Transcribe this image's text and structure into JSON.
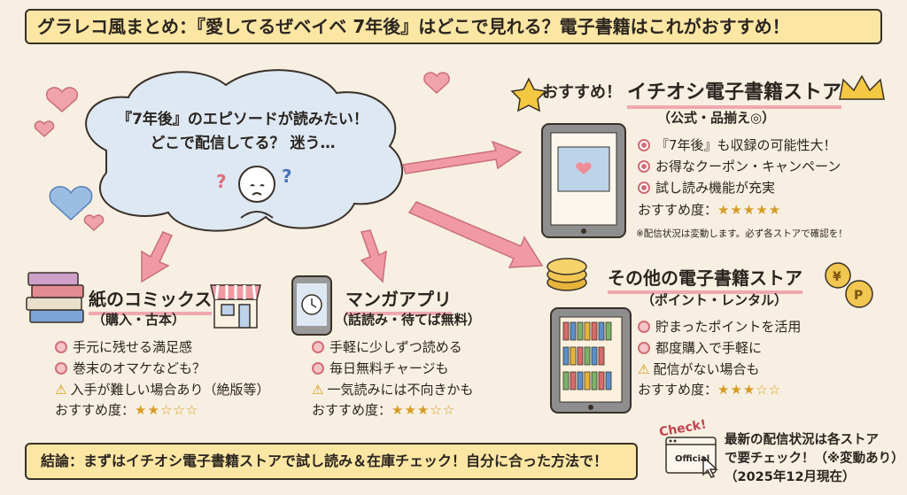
{
  "title": "グラレコ風まとめ：『愛してるぜベイベ 7年後』はどこで見れる？電子書籍はこれがおすすめ！",
  "cloud": {
    "line1": "『7年後』のエピソードが読みたい！",
    "line2": "どこで配信してる？ 迷う…"
  },
  "recommended_store": {
    "badge": "おすすめ！",
    "title": "イチオシ電子書籍ストア",
    "subtitle": "（公式・品揃え◎）",
    "features": [
      "『7年後』も収録の可能性大！",
      "お得なクーポン・キャンペーン",
      "試し読み機能が充実"
    ],
    "rating_label": "おすすめ度：",
    "stars": "★★★★★",
    "note": "※配信状況は変動します。必ず各ストアで確認を！"
  },
  "other_stores": {
    "title": "その他の電子書籍ストア",
    "subtitle": "（ポイント・レンタル）",
    "features": [
      "貯まったポイントを活用",
      "都度購入で手軽に"
    ],
    "warning": "配信がない場合も",
    "rating_label": "おすすめ度：",
    "stars": "★★★☆☆"
  },
  "paper_comics": {
    "title": "紙のコミックス",
    "subtitle": "（購入・古本）",
    "features": [
      "手元に残せる満足感",
      "巻末のオマケなども？"
    ],
    "warning": "入手が難しい場合あり（絶版等）",
    "rating_label": "おすすめ度：",
    "stars": "★★☆☆☆"
  },
  "manga_app": {
    "title": "マンガアプリ",
    "subtitle": "（話読み・待てば無料）",
    "features": [
      "手軽に少しずつ読める",
      "毎日無料チャージも"
    ],
    "warning": "一気読みには不向きかも",
    "rating_label": "おすすめ度：",
    "stars": "★★★☆☆"
  },
  "conclusion": "結論：まずはイチオシ電子書籍ストアで試し読み＆在庫チェック！自分に合った方法で！",
  "check_label": "Check!",
  "official_label": "Official",
  "bottom_note": {
    "line1": "最新の配信状況は各ストア",
    "line2": "で要チェック！（※変動あり）",
    "line3": "（2025年12月現在）"
  },
  "colors": {
    "background": "#f7efe1",
    "banner": "#fbe6a3",
    "accent_pink": "#e88f98",
    "star_gold": "#d69b22",
    "cloud_blue": "#dde8f3"
  },
  "icons": [
    "heart-icon",
    "question-mark-icon",
    "worried-person-icon",
    "tablet-icon",
    "star-badge-icon",
    "crown-icon",
    "coin-icon",
    "books-stack-icon",
    "shop-icon",
    "smartphone-clock-icon",
    "ebook-reader-icon",
    "browser-window-icon",
    "cursor-icon",
    "arrow-icon"
  ]
}
